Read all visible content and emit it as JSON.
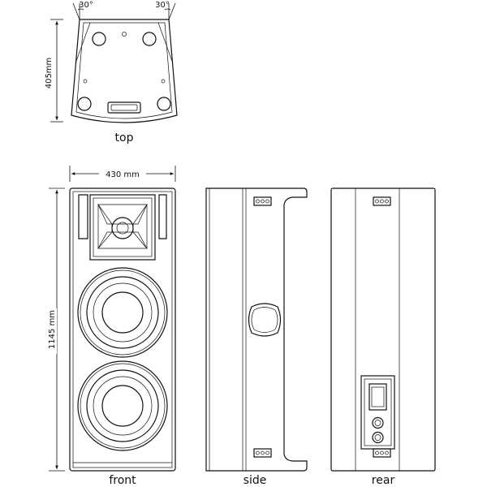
{
  "views": {
    "top_label": "top",
    "front_label": "front",
    "side_label": "side",
    "rear_label": "rear"
  },
  "dimensions": {
    "angle_left": "30°",
    "angle_right": "30°",
    "depth": "405mm",
    "width": "430 mm",
    "height": "1145 mm"
  }
}
